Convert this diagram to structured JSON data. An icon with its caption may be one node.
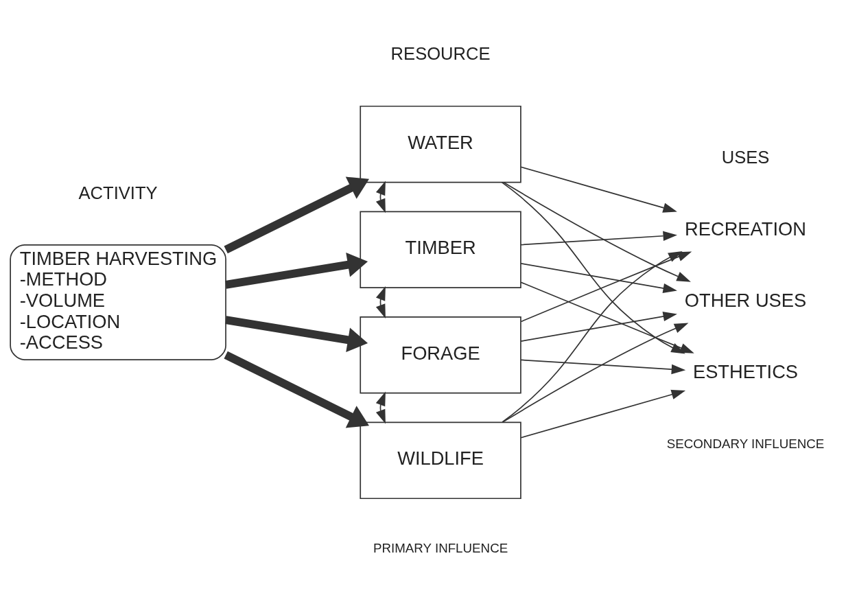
{
  "diagram": {
    "nodes": [
      {
        "text": [
          "TIMBER HARVESTING",
          "-METHOD",
          "-VOLUME",
          "-LOCATION",
          "-ACCESS"
        ]
      },
      {
        "text": [
          "WATER"
        ]
      },
      {
        "text": [
          "TIMBER"
        ]
      },
      {
        "text": [
          "FORAGE"
        ]
      },
      {
        "text": [
          "WILDLIFE"
        ]
      },
      {
        "text": [
          "RECREATION"
        ]
      },
      {
        "text": [
          "OTHER USES"
        ]
      },
      {
        "text": [
          "ESTHETICS"
        ]
      }
    ],
    "edges": [
      {
        "from": 0,
        "to": 1,
        "arrow": "to",
        "style": "thick"
      },
      {
        "from": 0,
        "to": 2,
        "arrow": "to",
        "style": "thick"
      },
      {
        "from": 0,
        "to": 3,
        "arrow": "to",
        "style": "thick"
      },
      {
        "from": 0,
        "to": 4,
        "arrow": "to",
        "style": "thick"
      },
      {
        "from": 1,
        "to": 2,
        "arrow": "both"
      },
      {
        "from": 2,
        "to": 3,
        "arrow": "both"
      },
      {
        "from": 3,
        "to": 4,
        "arrow": "both"
      },
      {
        "from": 1,
        "to": 5,
        "arrow": "to"
      },
      {
        "from": 1,
        "to": 6,
        "arrow": "to"
      },
      {
        "from": 1,
        "to": 7,
        "arrow": "to"
      },
      {
        "from": 2,
        "to": 5,
        "arrow": "to"
      },
      {
        "from": 2,
        "to": 6,
        "arrow": "to"
      },
      {
        "from": 2,
        "to": 7,
        "arrow": "to"
      },
      {
        "from": 3,
        "to": 5,
        "arrow": "to"
      },
      {
        "from": 3,
        "to": 6,
        "arrow": "to"
      },
      {
        "from": 3,
        "to": 7,
        "arrow": "to"
      },
      {
        "from": 4,
        "to": 5,
        "arrow": "to"
      },
      {
        "from": 4,
        "to": 6,
        "arrow": "to"
      },
      {
        "from": 4,
        "to": 7,
        "arrow": "to"
      }
    ],
    "labels": [
      "RESOURCE",
      "ACTIVITY",
      "USES",
      "PRIMARY INFLUENCE",
      "SECONDARY INFLUENCE"
    ]
  }
}
